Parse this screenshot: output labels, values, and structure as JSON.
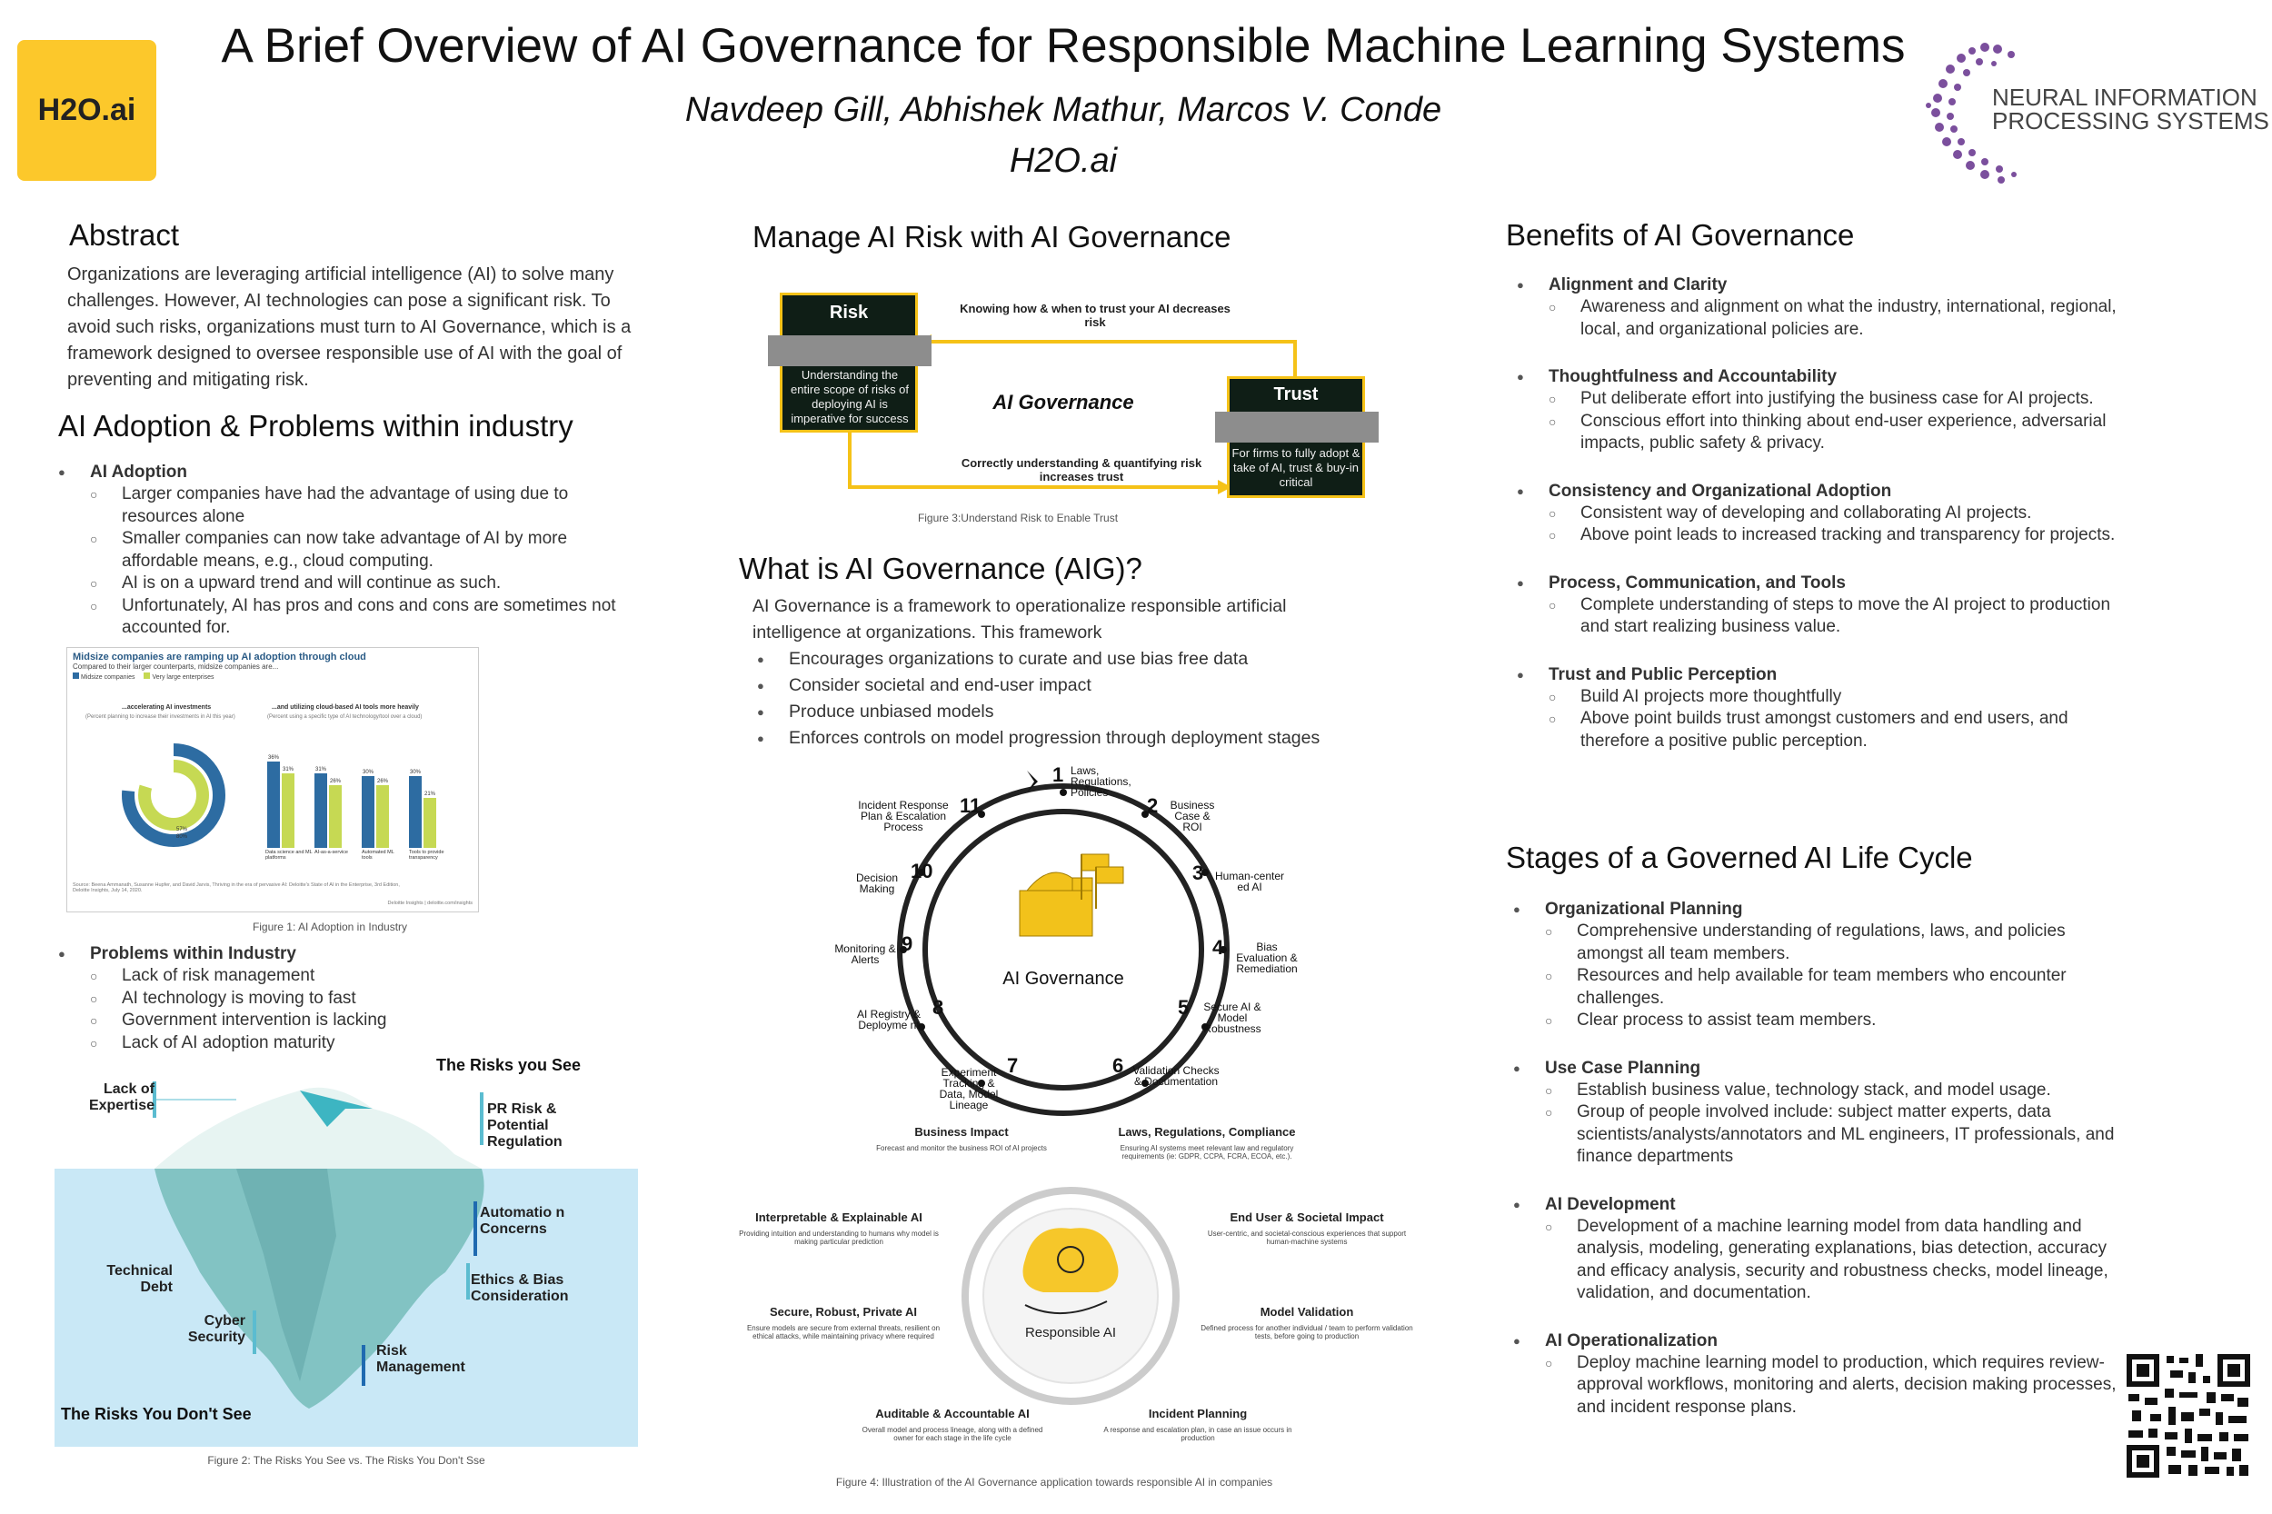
{
  "header": {
    "title": "A Brief Overview of AI Governance for Responsible Machine Learning Systems",
    "authors": "Navdeep Gill, Abhishek Mathur, Marcos V. Conde",
    "affiliation": "H2O.ai",
    "logo_left": "H2O.ai",
    "logo_right_line1": "NEURAL INFORMATION",
    "logo_right_line2": "PROCESSING SYSTEMS"
  },
  "abstract": {
    "heading": "Abstract",
    "text": "Organizations are leveraging artificial intelligence (AI) to solve many challenges. However, AI technologies can pose a significant risk. To avoid such risks, organizations must turn to AI Governance, which is a framework designed to oversee responsible use of AI with the goal of preventing and mitigating risk."
  },
  "adoption": {
    "heading": "AI Adoption & Problems within industry",
    "group1": {
      "title": "AI Adoption",
      "items": [
        "Larger companies have had the advantage of using due to resources alone",
        "Smaller companies can now take advantage of AI by more affordable means, e.g., cloud computing.",
        "AI is on a upward trend and will continue as such.",
        "Unfortunately, AI has pros and cons and cons are sometimes not accounted for."
      ]
    },
    "figure1": {
      "title": "Midsize companies are ramping up AI adoption through cloud",
      "subtitle": "Compared to their larger counterparts, midsize companies are...",
      "legend": [
        "Midsize companies",
        "Very large enterprises"
      ],
      "left_head": "...accelerating AI investments",
      "left_sub": "(Percent planning to increase their investments in AI this year)",
      "right_head": "...and utilizing cloud-based AI tools more heavily",
      "right_sub": "(Percent using a specific type of AI technology/tool over a cloud)",
      "donut_labels": [
        "57%",
        "80%"
      ],
      "bar_categories": [
        "Data science and ML platforms",
        "AI-as-a-service",
        "Automated ML tools",
        "Tools to provide transparency"
      ],
      "bar_values_mid": [
        "36%",
        "31%",
        "30%",
        "30%"
      ],
      "bar_values_large": [
        "31%",
        "26%",
        "26%",
        "21%"
      ],
      "source": "Source: Beena Ammanath, Susanne Hupfer, and David Jarvis, Thriving in the era of pervasive AI: Deloitte's State of AI in the Enterprise, 3rd Edition, Deloitte Insights, July 14, 2020.",
      "credit": "Deloitte Insights | deloitte.com/insights",
      "caption": "Figure 1: AI Adoption in Industry"
    },
    "group2": {
      "title": "Problems within Industry",
      "items": [
        "Lack of risk management",
        "AI technology is moving to fast",
        "Government intervention is lacking",
        "Lack of AI adoption maturity"
      ]
    },
    "figure2": {
      "top_title": "The Risks you See",
      "bottom_title": "The Risks You Don't See",
      "labels": {
        "lack_expertise": "Lack of Expertise",
        "pr_risk": "PR Risk & Potential Regulation",
        "automation": "Automatio n Concerns",
        "technical_debt": "Technical Debt",
        "ethics": "Ethics & Bias Consideration",
        "cyber": "Cyber Security",
        "risk_mgmt": "Risk Management"
      },
      "caption": "Figure 2: The Risks You See vs. The Risks You Don't Sse"
    }
  },
  "manage": {
    "heading": "Manage AI Risk with AI Governance",
    "risk_title": "Risk",
    "risk_text": "Understanding the entire scope of risks of deploying AI is imperative for success",
    "trust_title": "Trust",
    "trust_text": "For firms to fully adopt & take of AI, trust & buy-in critical",
    "top_arrow_text": "Knowing how & when to trust your AI decreases risk",
    "center_text": "AI Governance",
    "bottom_arrow_text": "Correctly understanding & quantifying risk increases trust",
    "caption": "Figure 3:Understand Risk to Enable Trust"
  },
  "aig": {
    "heading": "What is AI Governance (AIG)?",
    "intro": "AI Governance is a framework to operationalize responsible artificial intelligence at organizations. This framework",
    "items": [
      "Encourages organizations to curate and use bias free data",
      "Consider societal and end-user impact",
      "Produce unbiased models",
      "Enforces controls on model progression through deployment stages"
    ]
  },
  "wheel": {
    "center": "AI Governance",
    "stages": [
      {
        "n": "1",
        "label": "Laws, Regulations, Policies"
      },
      {
        "n": "2",
        "label": "Business Case & ROI"
      },
      {
        "n": "3",
        "label": "Human-center ed AI"
      },
      {
        "n": "4",
        "label": "Bias Evaluation & Remediation"
      },
      {
        "n": "5",
        "label": "Secure AI & Model Robustness"
      },
      {
        "n": "6",
        "label": "Validation Checks & Documentation"
      },
      {
        "n": "7",
        "label": "Experiment Tracking & Data, Model Lineage"
      },
      {
        "n": "8",
        "label": "AI Registry & Deployme nt"
      },
      {
        "n": "9",
        "label": "Monitoring & Alerts"
      },
      {
        "n": "10",
        "label": "Decision Making"
      },
      {
        "n": "11",
        "label": "Incident Response Plan & Escalation Process"
      }
    ]
  },
  "responsible": {
    "center": "Responsible AI",
    "blocks": [
      {
        "title": "Business Impact",
        "text": "Forecast and monitor the business ROI of AI projects"
      },
      {
        "title": "Laws, Regulations, Compliance",
        "text": "Ensuring AI systems meet relevant law and regulatory requirements (ie: GDPR, CCPA, FCRA, ECOA, etc.)."
      },
      {
        "title": "Interpretable & Explainable AI",
        "text": "Providing intuition and understanding to humans why model is making particular prediction"
      },
      {
        "title": "End User & Societal Impact",
        "text": "User-centric, and societal-conscious experiences that support human-machine systems"
      },
      {
        "title": "Secure, Robust, Private AI",
        "text": "Ensure models are secure from external threats, resilient on ethical attacks, while maintaining privacy where required"
      },
      {
        "title": "Model Validation",
        "text": "Defined process for another individual / team to perform validation tests, before going to production"
      },
      {
        "title": "Auditable & Accountable AI",
        "text": "Overall model and process lineage, along with a defined owner for each stage in the life cycle"
      },
      {
        "title": "Incident Planning",
        "text": "A response and escalation plan, in case an issue occurs in production"
      }
    ],
    "caption": "Figure 4: Illustration of the AI Governance application towards responsible AI in companies"
  },
  "benefits": {
    "heading": "Benefits of AI Governance",
    "groups": [
      {
        "title": "Alignment and Clarity",
        "items": [
          "Awareness and alignment on what the industry, international, regional, local, and organizational policies are."
        ]
      },
      {
        "title": "Thoughtfulness and Accountability",
        "items": [
          "Put deliberate effort into justifying the business case for AI projects.",
          "Conscious effort into thinking about end-user experience, adversarial impacts, public safety & privacy."
        ]
      },
      {
        "title": "Consistency and Organizational Adoption",
        "items": [
          "Consistent way of developing and collaborating AI projects.",
          "Above point leads to increased tracking and transparency for projects."
        ]
      },
      {
        "title": "Process, Communication, and Tools",
        "items": [
          "Complete understanding of steps to move the AI project to production and start realizing business value."
        ]
      },
      {
        "title": "Trust and Public Perception",
        "items": [
          "Build AI projects more thoughtfully",
          "Above point builds trust amongst customers and end users, and therefore a positive public perception."
        ]
      }
    ]
  },
  "stages": {
    "heading": "Stages of a Governed AI Life Cycle",
    "groups": [
      {
        "title": "Organizational Planning",
        "items": [
          "Comprehensive understanding of regulations, laws, and policies amongst all team members.",
          "Resources and help available for team members who encounter challenges.",
          "Clear process to assist team members."
        ]
      },
      {
        "title": "Use Case Planning",
        "items": [
          "Establish business value, technology stack, and model usage.",
          "Group of people involved include: subject matter experts, data scientists/analysts/annotators and ML engineers, IT professionals, and finance departments"
        ]
      },
      {
        "title": "AI Development",
        "items": [
          "Development of a machine learning model from data handling and analysis, modeling, generating explanations, bias detection, accuracy and efficacy analysis, security and robustness checks, model lineage, validation, and documentation."
        ]
      },
      {
        "title": "AI Operationalization",
        "items": [
          "Deploy machine learning model to production, which requires review-approval workflows, monitoring and alerts, decision making processes, and incident response plans."
        ]
      }
    ]
  }
}
